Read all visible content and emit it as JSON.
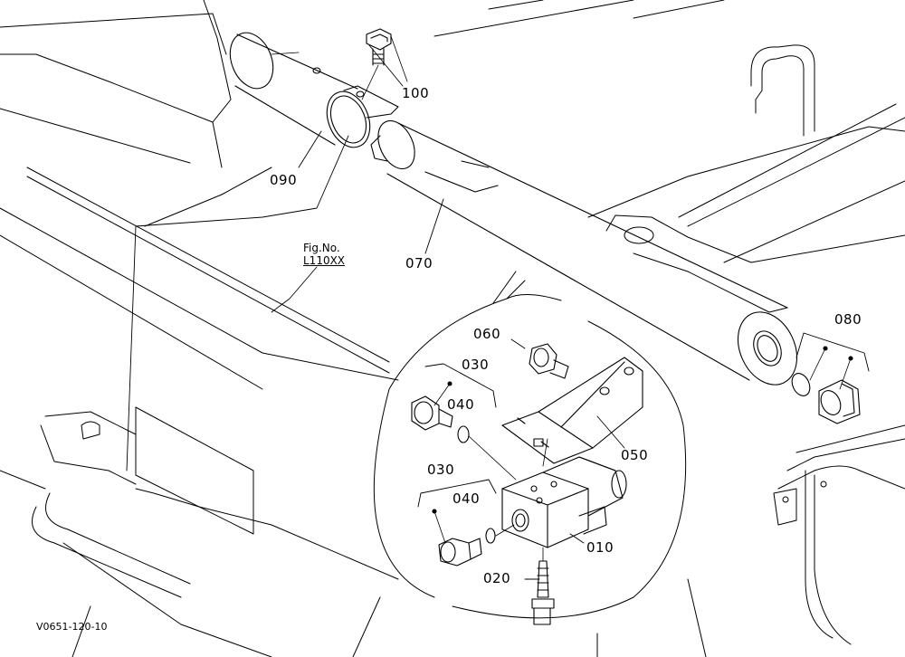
{
  "callouts": {
    "p100": "100",
    "p090": "090",
    "p070": "070",
    "p080": "080",
    "p060": "060",
    "p030a": "030",
    "p040a": "040",
    "p050": "050",
    "p030b": "030",
    "p040b": "040",
    "p010": "010",
    "p020": "020"
  },
  "figure_ref": {
    "line1": "Fig.No.",
    "line2": "L110XX"
  },
  "drawing_code": "V0651-120-10",
  "colors": {
    "line": "#000000",
    "background": "#ffffff"
  }
}
